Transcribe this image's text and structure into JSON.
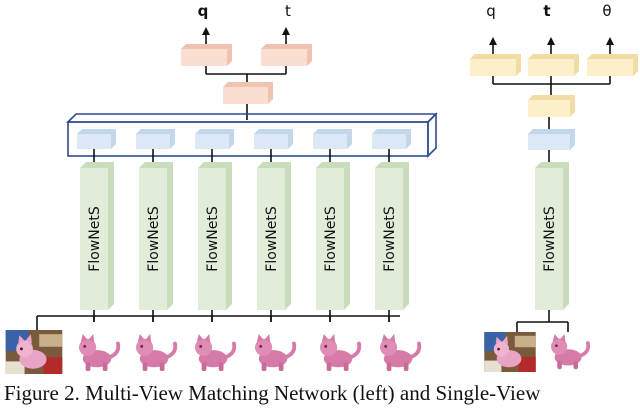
{
  "figure": {
    "caption": "Figure 2. Multi-View Matching Network (left) and Single-View",
    "left_network": {
      "outputs": [
        "q",
        "t"
      ],
      "backbone_label": "FlowNetS",
      "branch_count": 6
    },
    "right_network": {
      "outputs": [
        "q",
        "t",
        "θ"
      ],
      "backbone_label": "FlowNetS"
    },
    "colors": {
      "flownet_fill": "#e2edd9",
      "flownet_side": "#c9dcbc",
      "feature_fill": "#dce8f5",
      "feature_side": "#c2d6ec",
      "head_left_fill": "#fbded2",
      "head_left_side": "#f0c3b0",
      "head_right_fill": "#fdefc9",
      "head_right_side": "#f2dca4",
      "concat_frame": "#2f4b8f",
      "line": "#111111"
    },
    "icons": [
      "kitten-photo-icon",
      "kitten-render-icon"
    ]
  }
}
